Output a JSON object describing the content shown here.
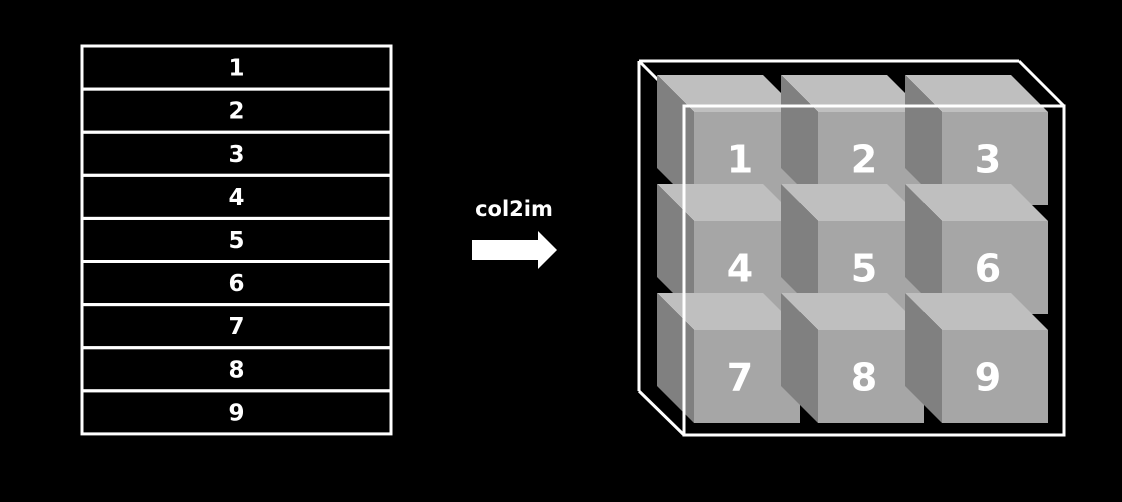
{
  "column": {
    "labels": [
      "1",
      "2",
      "3",
      "4",
      "5",
      "6",
      "7",
      "8",
      "9"
    ]
  },
  "operation": {
    "label": "col2im"
  },
  "tensor": {
    "labels": [
      "1",
      "2",
      "3",
      "4",
      "5",
      "6",
      "7",
      "8",
      "9"
    ],
    "rows": 3,
    "cols": 3
  },
  "colors": {
    "background": "#000000",
    "outline": "#ffffff",
    "cube_front": "#a6a6a6",
    "cube_top": "#bfbfbf",
    "cube_side": "#808080"
  }
}
